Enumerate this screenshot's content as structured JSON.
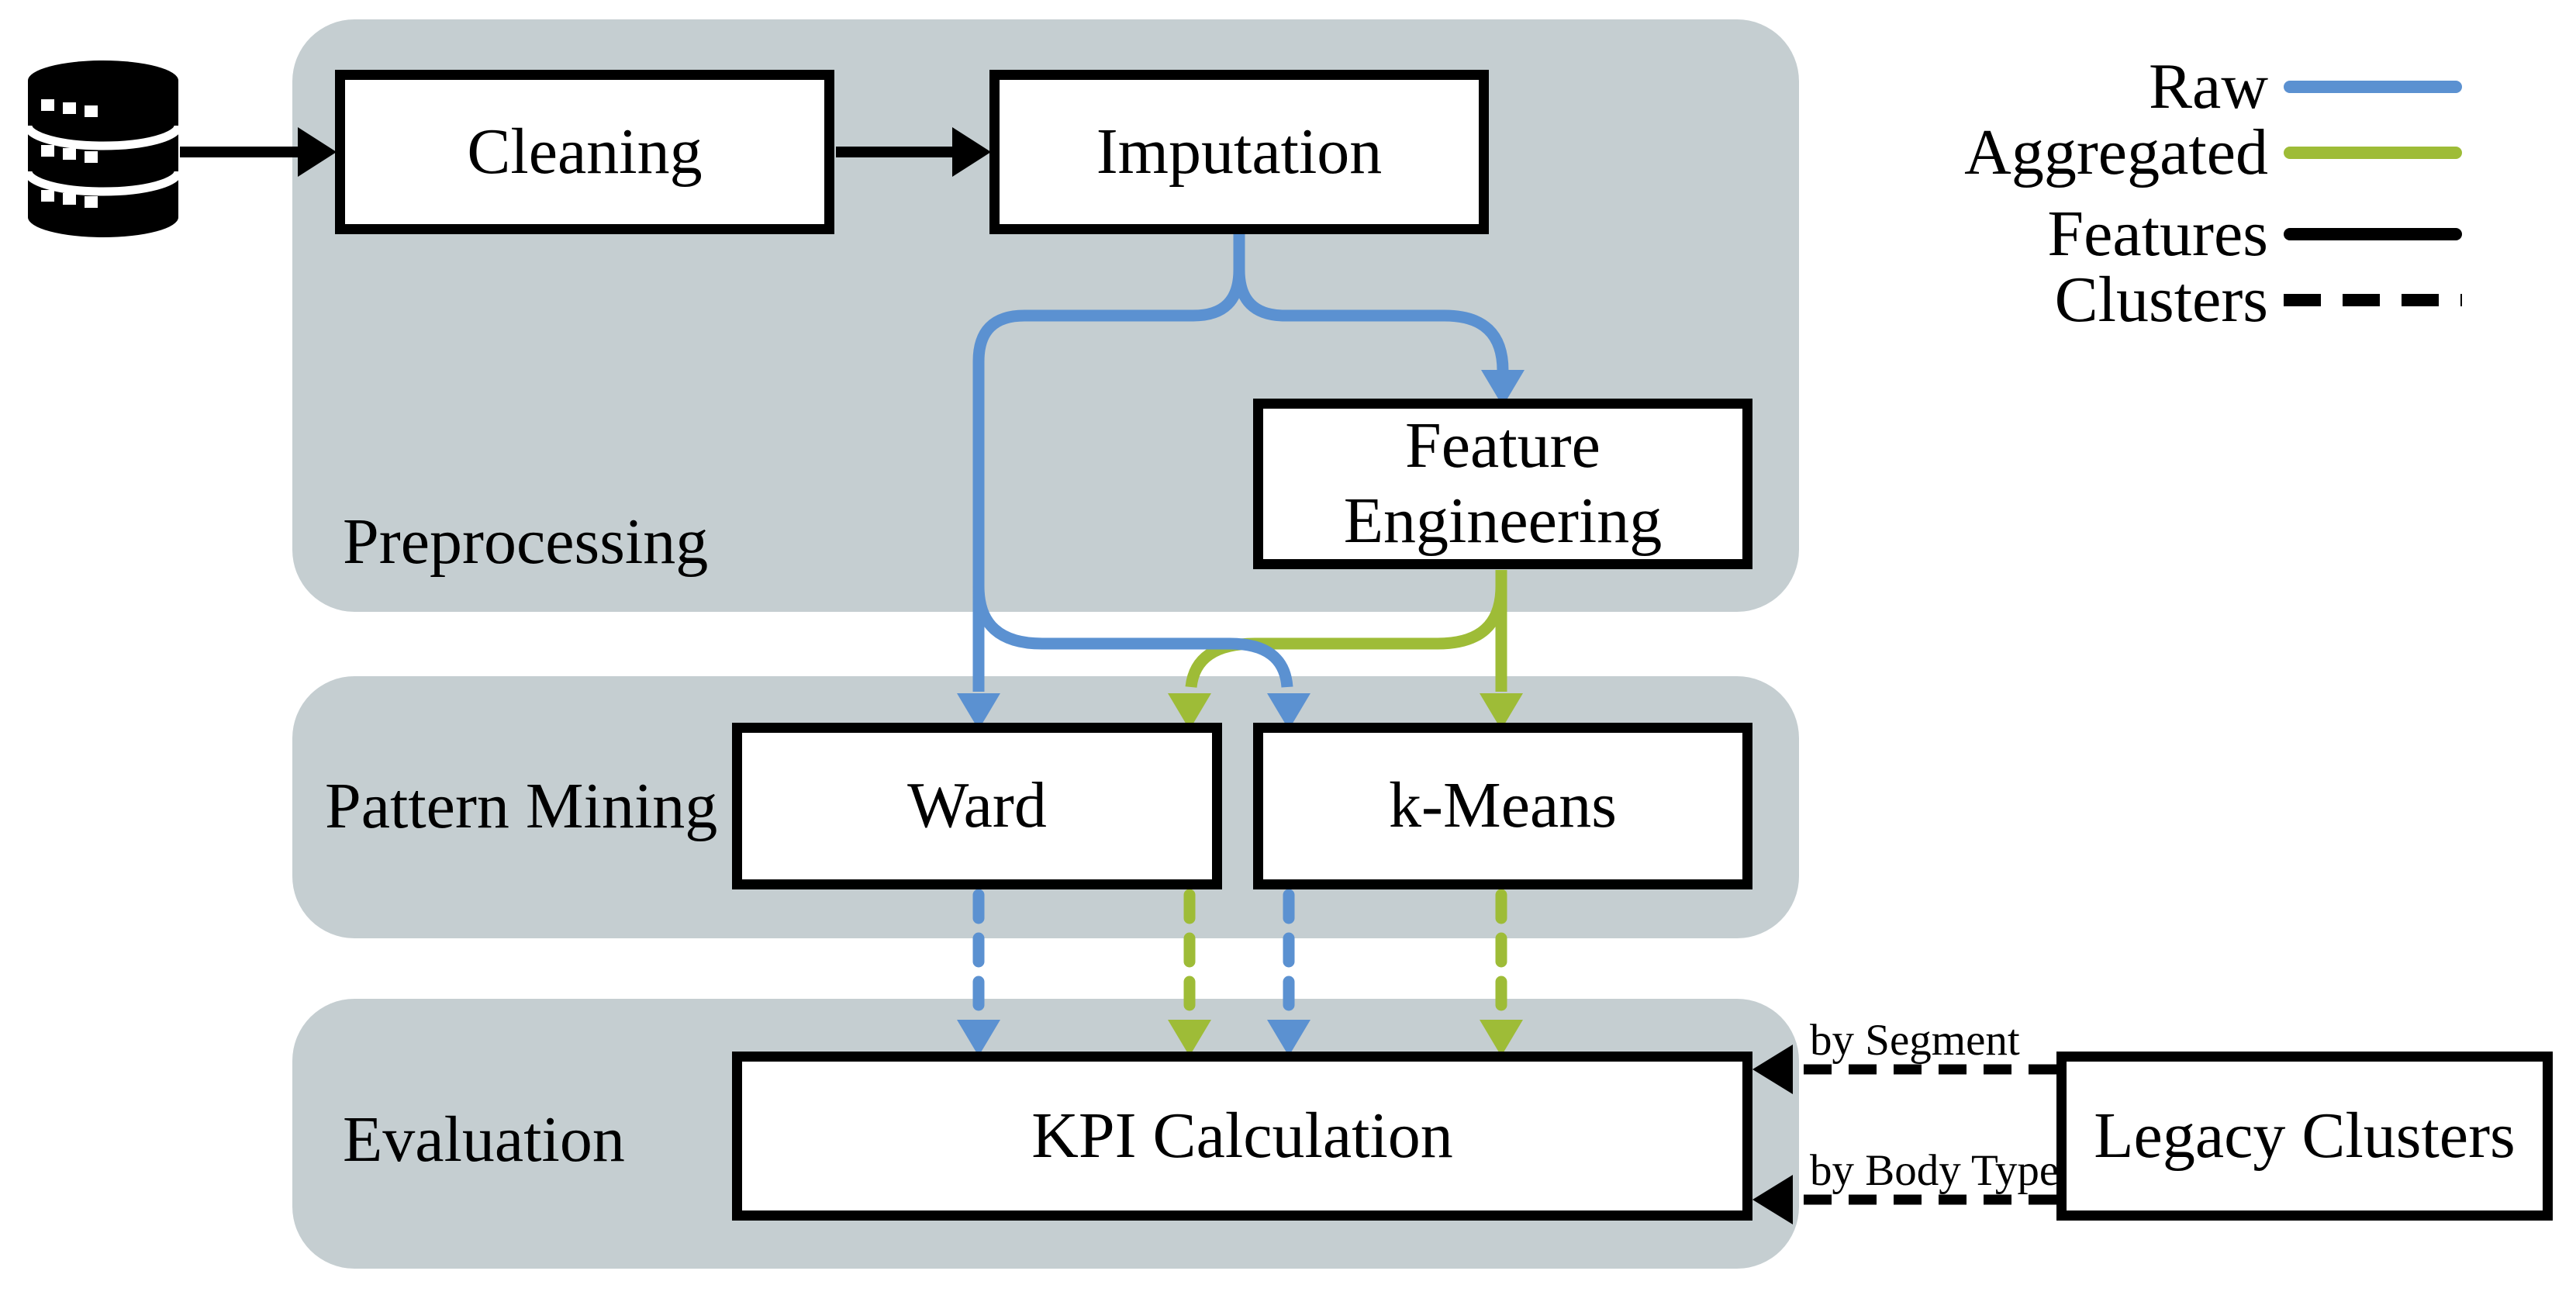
{
  "colors": {
    "raw": "#5B91D1",
    "aggregated": "#9EBC37",
    "features": "#000000",
    "section_background": "#C5CED1"
  },
  "sections": [
    {
      "label": "Preprocessing"
    },
    {
      "label": "Pattern Mining"
    },
    {
      "label": "Evaluation"
    }
  ],
  "nodes": {
    "cleaning": {
      "label": "Cleaning"
    },
    "imputation": {
      "label": "Imputation"
    },
    "feature_engineering": {
      "label": "Feature Engineering"
    },
    "ward": {
      "label": "Ward"
    },
    "kmeans": {
      "label": "k-Means"
    },
    "kpi_calculation": {
      "label": "KPI Calculation"
    },
    "legacy_clusters": {
      "label": "Legacy Clusters"
    }
  },
  "edge_labels": {
    "by_segment": "by Segment",
    "by_body_type": "by Body Type"
  },
  "legend": {
    "items": [
      {
        "label": "Raw",
        "line_style": "solid",
        "color": "#5B91D1"
      },
      {
        "label": "Aggregated",
        "line_style": "solid",
        "color": "#9EBC37"
      },
      {
        "label": "Features",
        "line_style": "solid",
        "color": "#000000"
      },
      {
        "label": "Clusters",
        "line_style": "dashed",
        "color": "#000000"
      }
    ]
  },
  "icons": {
    "database": "database-icon"
  }
}
